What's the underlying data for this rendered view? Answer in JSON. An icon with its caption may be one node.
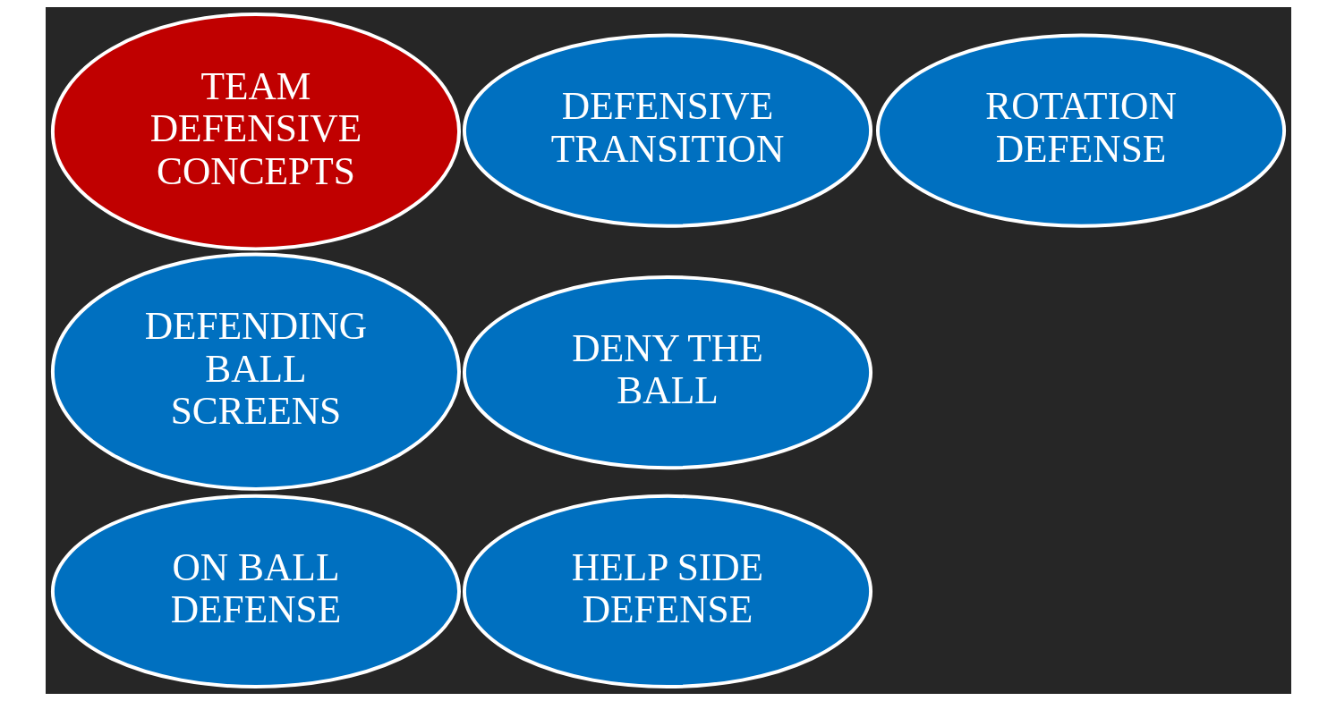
{
  "diagram": {
    "nodes": [
      {
        "text": [
          "ON BALL DEFENSE"
        ]
      },
      {
        "text": [
          "DEFENSIVE TRANSITION"
        ]
      },
      {
        "text": [
          "DENY THE BALL"
        ]
      },
      {
        "text": [
          "TEAM DEFENSIVE CONCEPTS"
        ]
      },
      {
        "text": [
          "DEFENDING BALL SCREENS"
        ]
      },
      {
        "text": [
          "HELP SIDE DEFENSE"
        ]
      },
      {
        "text": [
          "ROTATION DEFENSE"
        ]
      }
    ]
  }
}
